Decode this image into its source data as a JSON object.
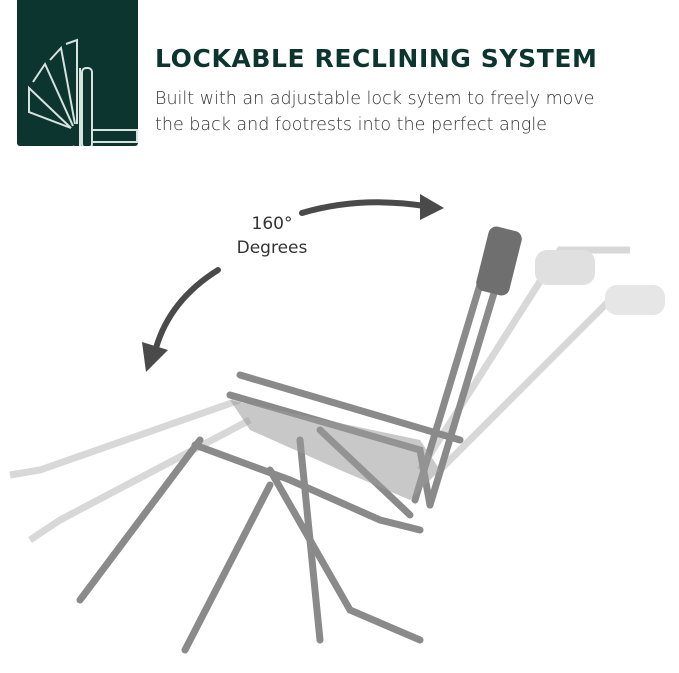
{
  "header": {
    "title": "LOCKABLE RECLINING SYSTEM",
    "subtitle_line1": "Built with an adjustable lock sytem to freely move",
    "subtitle_line2": "the back and footrests into the perfect angle",
    "badge_icon": "reclining-angle-icon"
  },
  "annotation": {
    "angle_value": "160°",
    "angle_unit": "Degrees"
  },
  "colors": {
    "brand": "#0d3530",
    "chair": "#8a8a8a",
    "arrow": "#4a4a4a"
  }
}
